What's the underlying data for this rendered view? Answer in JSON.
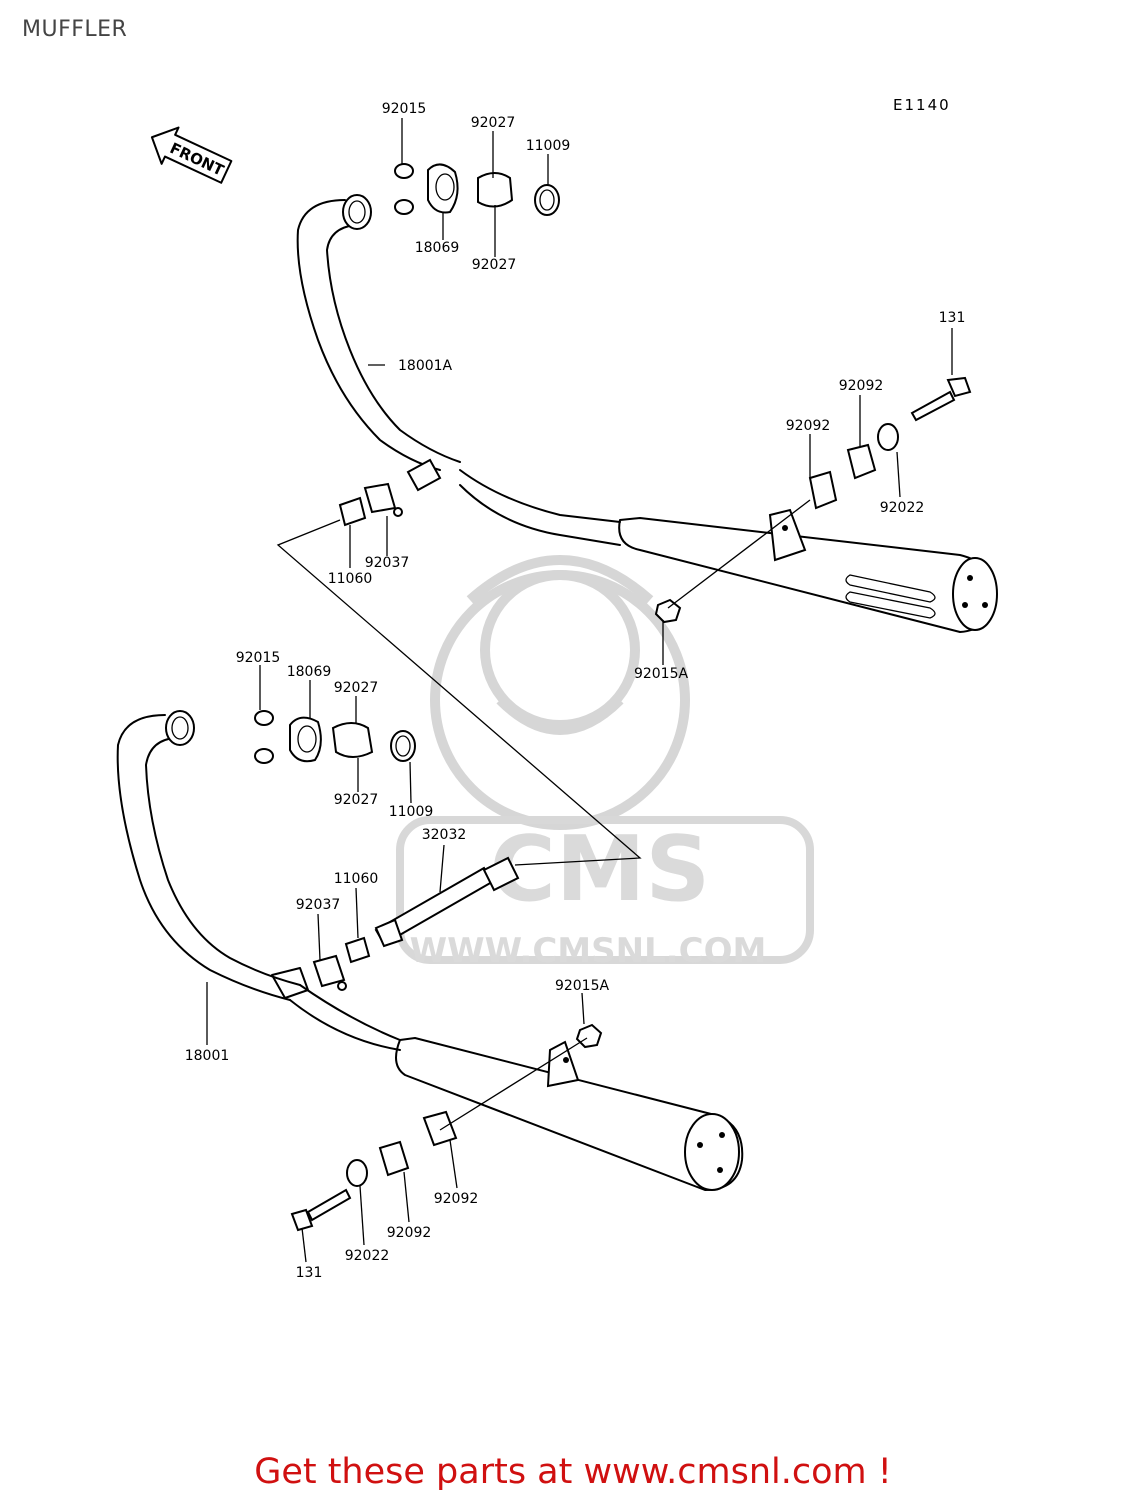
{
  "page": {
    "title": "MUFFLER",
    "diagram_code": "E1140",
    "front_label": "FRONT"
  },
  "watermark": {
    "brand": "CMS",
    "url": "WWW.CMSNL.COM"
  },
  "labels": {
    "upper_92015": "92015",
    "upper_92027_top": "92027",
    "upper_11009": "11009",
    "upper_18069": "18069",
    "upper_92027_bottom": "92027",
    "upper_18001A": "18001A",
    "upper_131": "131",
    "upper_92092_right": "92092",
    "upper_92092_left": "92092",
    "upper_92022": "92022",
    "upper_92037": "92037",
    "upper_11060": "11060",
    "upper_92015A": "92015A",
    "lower_92015": "92015",
    "lower_18069": "18069",
    "lower_92027_top": "92027",
    "lower_92027_bottom": "92027",
    "lower_11009": "11009",
    "lower_32032": "32032",
    "lower_11060": "11060",
    "lower_92037": "92037",
    "lower_18001": "18001",
    "lower_92015A": "92015A",
    "lower_92092_a": "92092",
    "lower_92092_b": "92092",
    "lower_92022": "92022",
    "lower_131": "131"
  },
  "footer": {
    "text": "Get these parts at www.cmsnl.com !"
  },
  "colors": {
    "footer": "#d01010",
    "watermark": "#d6d6d6",
    "line": "#000000"
  }
}
